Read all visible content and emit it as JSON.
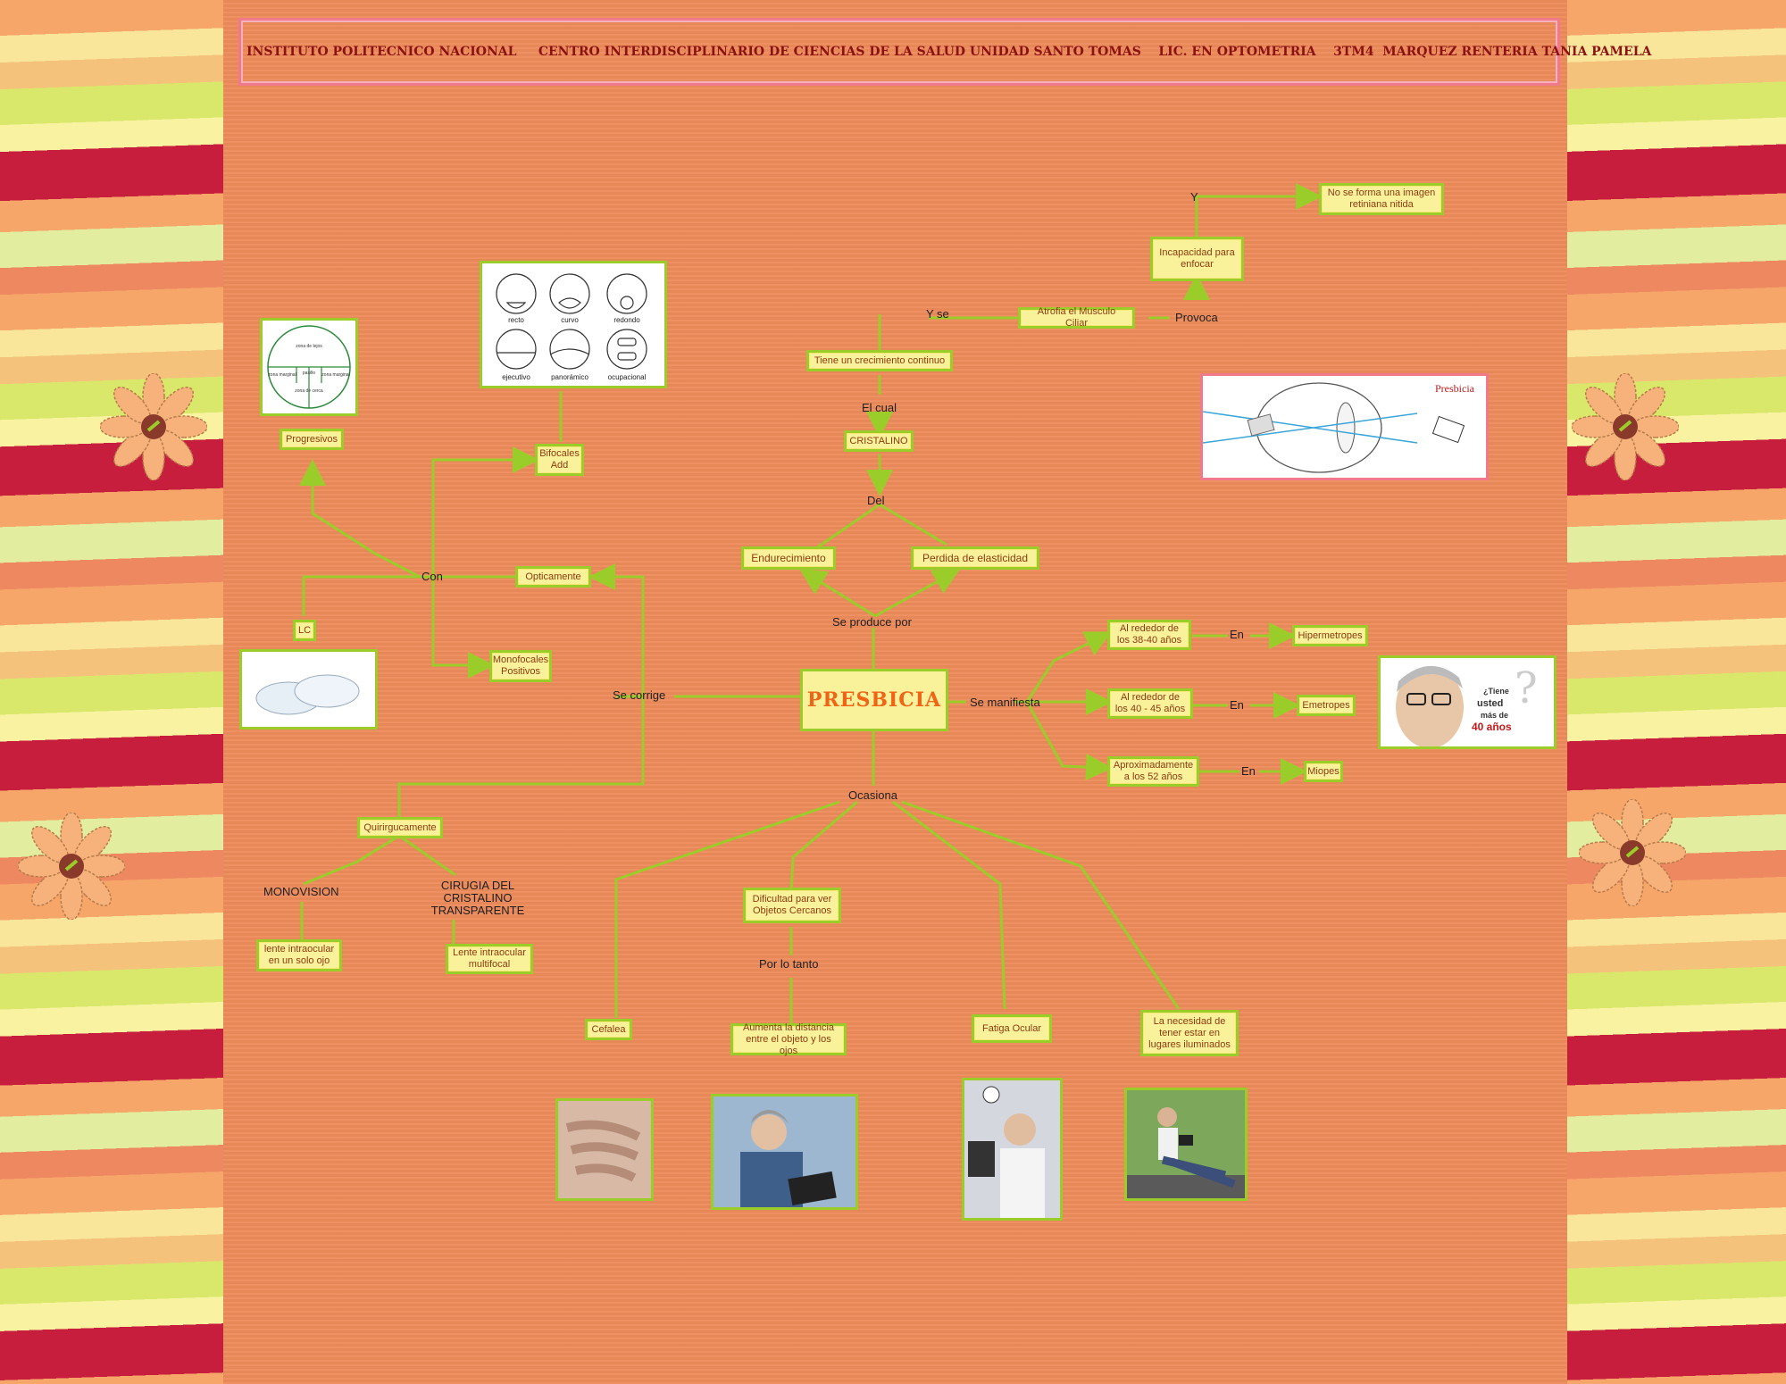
{
  "header": {
    "text": "INSTITUTO POLITECNICO NACIONAL     CENTRO INTERDISCIPLINARIO DE CIENCIAS DE LA SALUD UNIDAD SANTO TOMAS    LIC. EN OPTOMETRIA    3TM4  MARQUEZ RENTERIA TANIA PAMELA"
  },
  "main": {
    "title": "PRESBICIA"
  },
  "nodes": {
    "no_imagen": "No se forma una imagen retiniana nitida",
    "incapacidad": "Incapacidad para enfocar",
    "atrofia": "Atrofia el Musculo Ciliar",
    "crecimiento": "Tiene un crecimiento continuo",
    "cristalino": "CRISTALINO",
    "endurecimiento": "Endurecimiento",
    "perdida": "Perdida de elasticidad",
    "edad1": "Al rededor de los 38-40 años",
    "edad2": "Al rededor de los 40 - 45 años",
    "edad3": "Aproximadamente a los 52 años",
    "hipermetropes": "Hipermetropes",
    "emetropes": "Emetropes",
    "miopes": "Miopes",
    "progresivos": "Progresivos",
    "bifocales": "Bifocales Add",
    "opticamente": "Opticamente",
    "lc": "LC",
    "monofocales": "Monofocales Positivos",
    "quirurgicamente": "Quirirgucamente",
    "lente_un_ojo": "lente intraocular en un solo ojo",
    "lente_multifocal": "Lente intraocular multifocal",
    "dificultad": "Dificultad para ver Objetos Cercanos",
    "aumenta": "Aumenta la distancia entre el objeto y los ojos",
    "cefalea": "Cefalea",
    "fatiga": "Fatiga Ocular",
    "necesidad": "La necesidad de tener estar en lugares iluminados"
  },
  "labels": {
    "y": "Y",
    "provoca": "Provoca",
    "y_se": "Y se",
    "el_cual": "El cual",
    "del": "Del",
    "se_produce": "Se  produce por",
    "se_manifiesta": "Se manifiesta",
    "en1": "En",
    "en2": "En",
    "en3": "En",
    "se_corrige": "Se corrige",
    "con": "Con",
    "ocasiona": "Ocasiona",
    "por_lo_tanto": "Por lo tanto",
    "monovision": "MONOVISION",
    "cirugia": "CIRUGIA DEL CRISTALINO TRANSPARENTE"
  },
  "images": {
    "bifocal_shapes": [
      "recto",
      "curvo",
      "redondo",
      "ejecutivo",
      "panorámico",
      "ocupacional"
    ],
    "progresivo_zones": [
      "zona de lejos",
      "zona marginal",
      "pasillo",
      "zona marginal",
      "zona de cerca"
    ],
    "presbicia_diagram_title": "Presbicia",
    "ad_line1": "¿Tiene",
    "ad_line2": "usted",
    "ad_line3": "más de",
    "ad_line4": "40 años"
  },
  "colors": {
    "node_fill": "#faf29a",
    "node_border": "#9bcd2a",
    "node_text": "#8a3a10",
    "main_text": "#f06418",
    "header_text": "#8a1212",
    "background": "#ee8c5c"
  }
}
